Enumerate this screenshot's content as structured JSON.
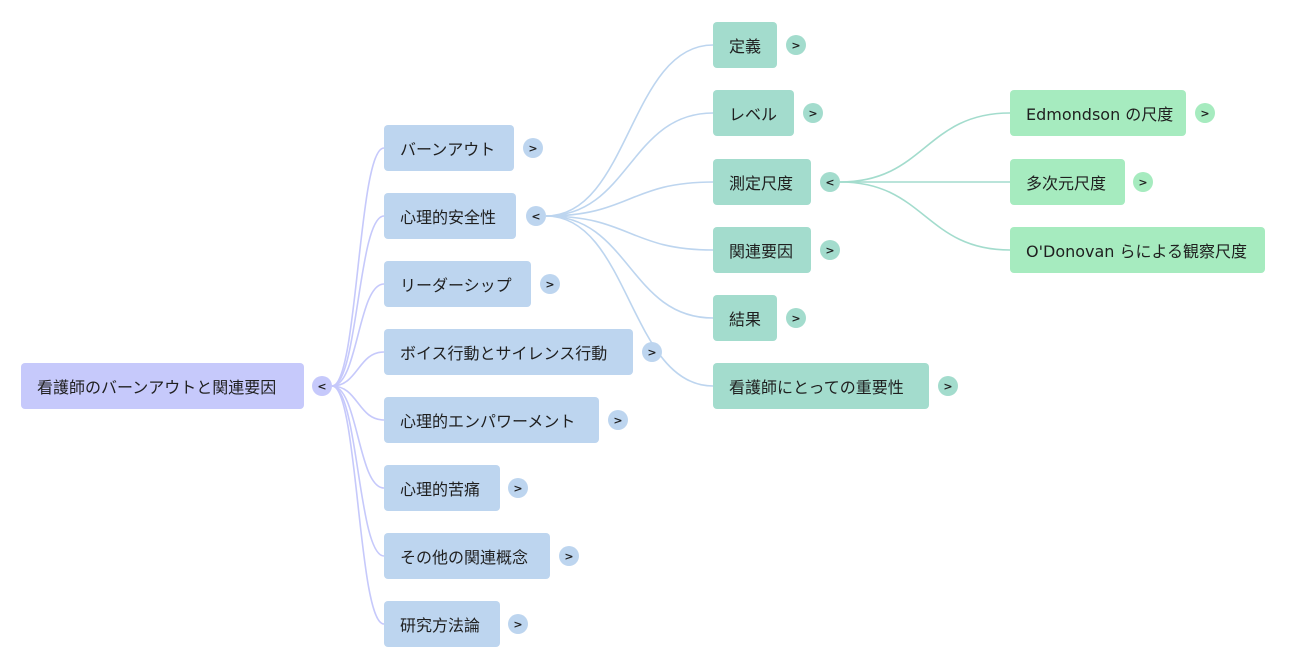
{
  "mindmap": {
    "root": {
      "label": "看護師のバーンアウトと関連要因",
      "toggle": "<"
    },
    "branches": [
      {
        "label": "バーンアウト",
        "toggle": ">"
      },
      {
        "label": "心理的安全性",
        "toggle": "<"
      },
      {
        "label": "リーダーシップ",
        "toggle": ">"
      },
      {
        "label": "ボイス行動とサイレンス行動",
        "toggle": ">"
      },
      {
        "label": "心理的エンパワーメント",
        "toggle": ">"
      },
      {
        "label": "心理的苦痛",
        "toggle": ">"
      },
      {
        "label": "その他の関連概念",
        "toggle": ">"
      },
      {
        "label": "研究方法論",
        "toggle": ">"
      }
    ],
    "psych_safety_children": [
      {
        "label": "定義",
        "toggle": ">"
      },
      {
        "label": "レベル",
        "toggle": ">"
      },
      {
        "label": "測定尺度",
        "toggle": "<"
      },
      {
        "label": "関連要因",
        "toggle": ">"
      },
      {
        "label": "結果",
        "toggle": ">"
      },
      {
        "label": "看護師にとっての重要性",
        "toggle": ">"
      }
    ],
    "scale_children": [
      {
        "label": "Edmondson の尺度",
        "toggle": ">"
      },
      {
        "label": "多次元尺度",
        "toggle": ">"
      },
      {
        "label": "O'Donovan らによる観察尺度"
      }
    ]
  },
  "colors": {
    "root": "#c6c9fb",
    "level1": "#bdd5ef",
    "level2": "#a3dccd",
    "level3": "#a6ebbf",
    "edge_root": "#c6c9fb",
    "edge_level1": "#bdd5ef",
    "edge_level2": "#a3dccd"
  }
}
